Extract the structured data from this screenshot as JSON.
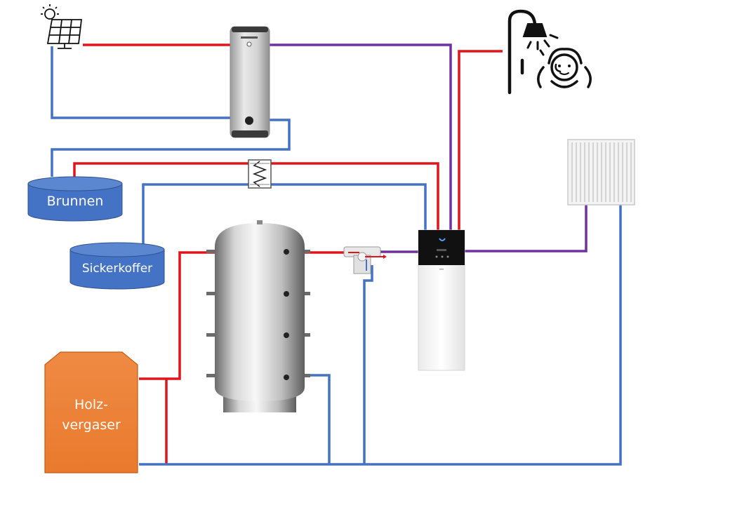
{
  "labels": {
    "brunnen": "Brunnen",
    "sickerkoffer": "Sickerkoffer",
    "holzvergaser_line1": "Holz-",
    "holzvergaser_line2": "vergaser"
  },
  "colors": {
    "supply_pipe": "#e0141b",
    "return_pipe": "#4472c4",
    "dhw_pipe": "#7030a0",
    "well_fill": "#4472c4",
    "boiler_fill": "#ed7d31",
    "heat_pump_panel": "#111111",
    "heat_pump_led": "#4da3ff"
  },
  "icons": {
    "solar": "solar-panel-icon",
    "shower": "shower-icon",
    "radiator": "radiator-icon",
    "heat_exchanger": "plate-heat-exchanger-icon",
    "mixing_valve": "mixing-valve-icon"
  }
}
